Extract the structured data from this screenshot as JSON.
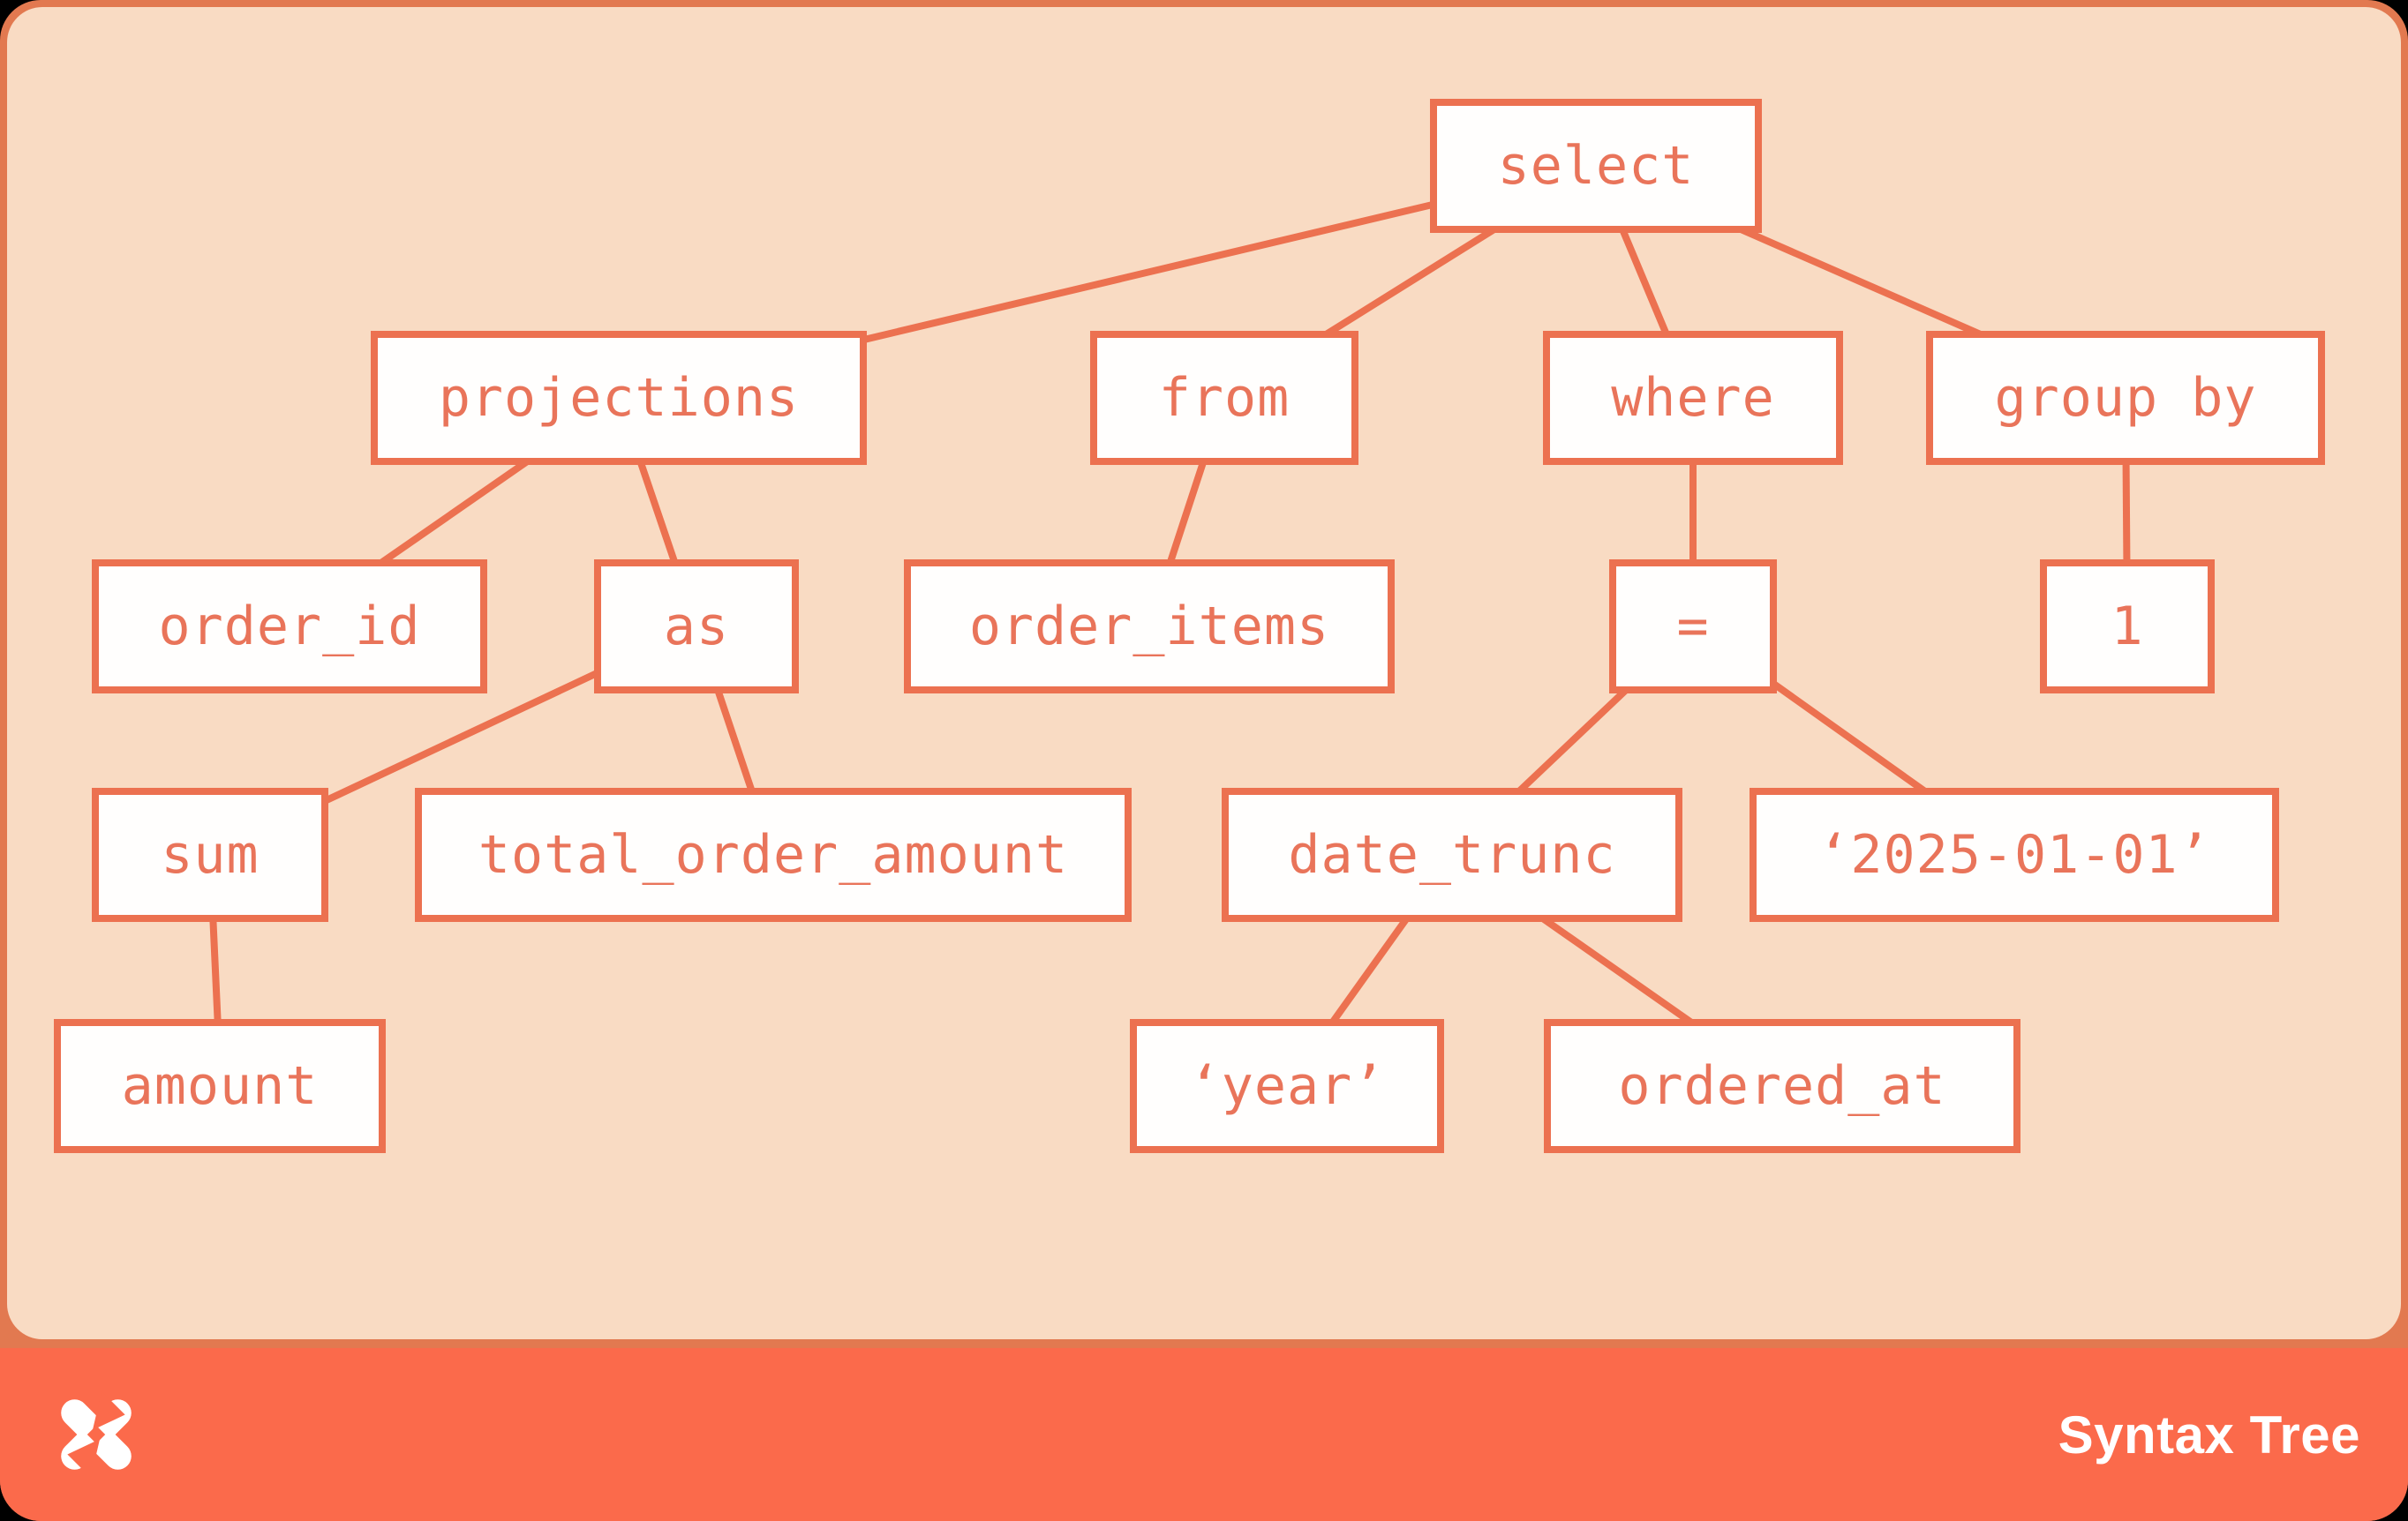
{
  "palette": {
    "page_background": "#000000",
    "frame": "#E27950",
    "panel": "#F9DBC3",
    "footer_bar": "#FB6A4B",
    "node_fill": "#FFFEFD",
    "node_border": "#EC7150",
    "node_text": "#E9745A",
    "edge_line": "#EC7150",
    "footer_text": "#FFFFFF",
    "logo_color": "#FFFFFF"
  },
  "footer": {
    "logo_icon": "x-pinwheel-logo",
    "title": "Syntax Tree"
  },
  "tree": {
    "nodes": {
      "select": "select",
      "projections": "projections",
      "from": "from",
      "where": "where",
      "group_by": "group by",
      "order_id": "order_id",
      "as": "as",
      "order_items": "order_items",
      "eq": "=",
      "one": "1",
      "sum": "sum",
      "total_order_amount": "total_order_amount",
      "date_trunc": "date_trunc",
      "date_literal": "‘2025-01-01’",
      "amount": "amount",
      "year_literal": "‘year’",
      "ordered_at": "ordered_at"
    },
    "edges": [
      [
        "select",
        "projections"
      ],
      [
        "select",
        "from"
      ],
      [
        "select",
        "where"
      ],
      [
        "select",
        "group_by"
      ],
      [
        "projections",
        "order_id"
      ],
      [
        "projections",
        "as"
      ],
      [
        "as",
        "sum"
      ],
      [
        "as",
        "total_order_amount"
      ],
      [
        "sum",
        "amount"
      ],
      [
        "from",
        "order_items"
      ],
      [
        "where",
        "eq"
      ],
      [
        "eq",
        "date_trunc"
      ],
      [
        "eq",
        "date_literal"
      ],
      [
        "date_trunc",
        "year_literal"
      ],
      [
        "date_trunc",
        "ordered_at"
      ],
      [
        "group_by",
        "one"
      ]
    ]
  }
}
